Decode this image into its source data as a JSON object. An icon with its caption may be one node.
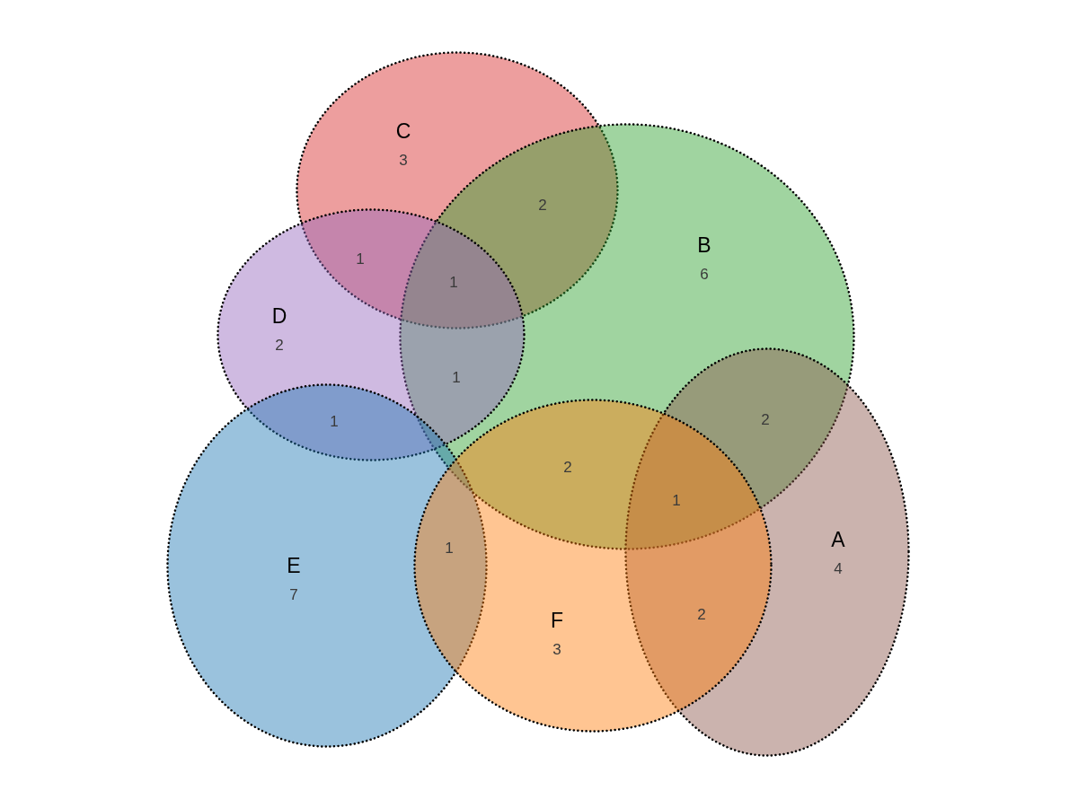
{
  "diagram": {
    "nodes": [
      {
        "text": [
          "C",
          "3"
        ]
      },
      {
        "text": [
          "B",
          "6"
        ]
      },
      {
        "text": [
          "D",
          "2"
        ]
      },
      {
        "text": [
          "A",
          "4"
        ]
      },
      {
        "text": [
          "E",
          "7"
        ]
      },
      {
        "text": [
          "F",
          "3"
        ]
      }
    ],
    "labels": [
      "2",
      "1",
      "1",
      "1",
      "1",
      "2",
      "2",
      "1",
      "1",
      "2"
    ]
  }
}
